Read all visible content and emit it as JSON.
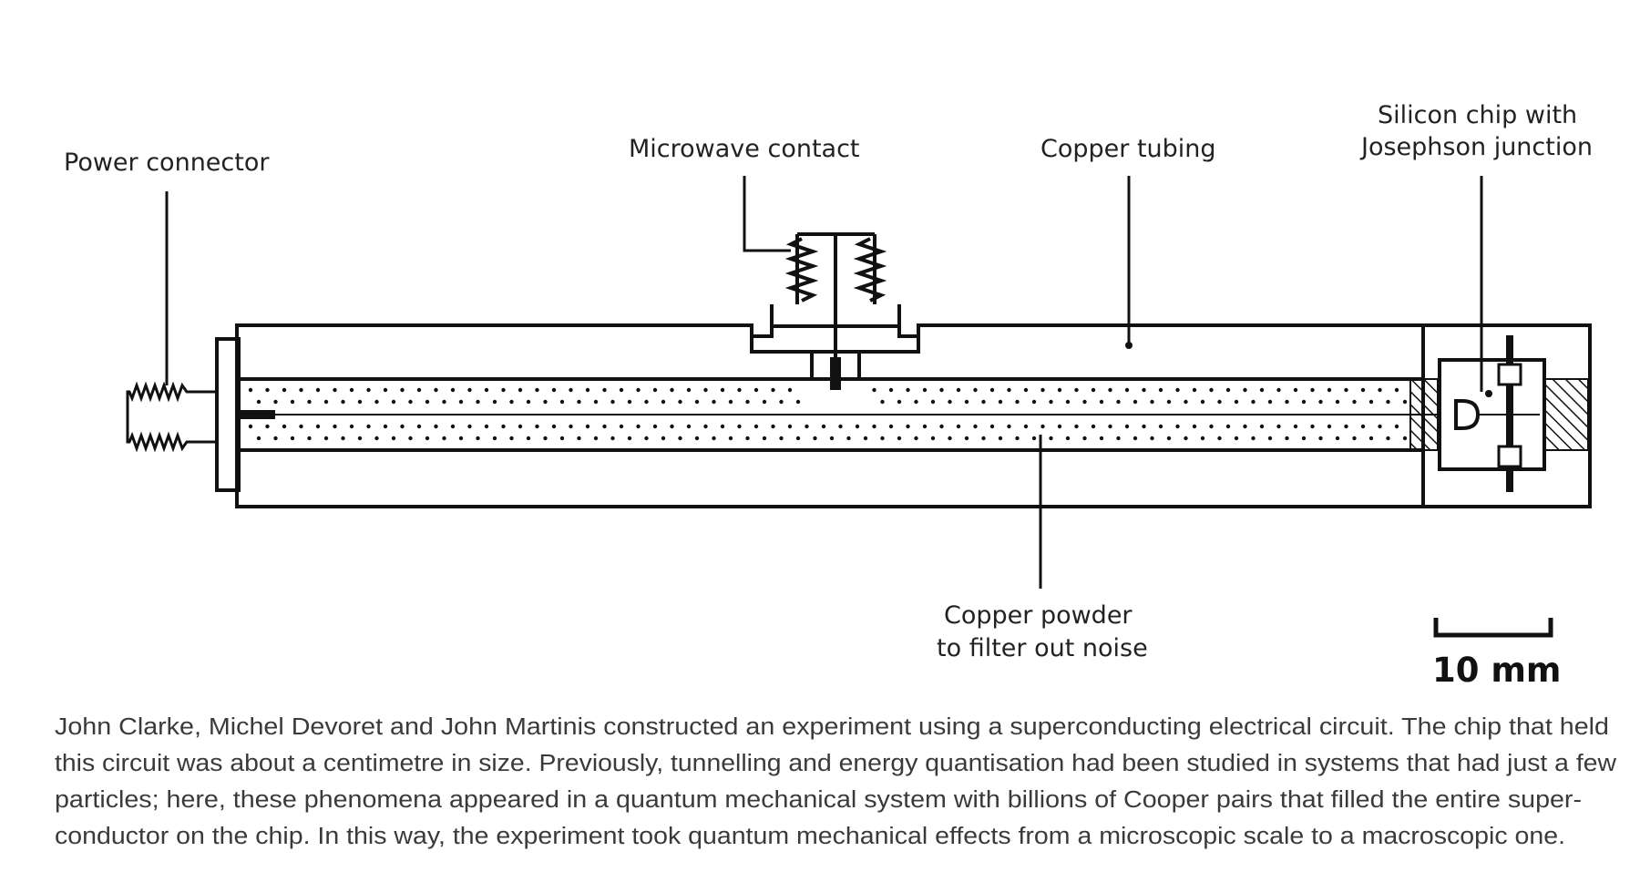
{
  "labels": {
    "power_connector": "Power connector",
    "microwave_contact": "Microwave contact",
    "copper_tubing": "Copper tubing",
    "silicon_chip_line1": "Silicon chip with",
    "silicon_chip_line2": "Josephson junction",
    "copper_powder_line1": "Copper powder",
    "copper_powder_line2": "to filter out noise"
  },
  "scale_bar": {
    "label": "10 mm"
  },
  "caption": {
    "lines": [
      "John Clarke, Michel Devoret and John Martinis constructed an experiment using a superconducting electrical circuit. The chip that held",
      "this circuit was about a centimetre in size. Previously, tunnelling and energy quantisation had been studied in systems that had just a few",
      "particles; here, these phenomena appeared in a quantum mechanical system with billions of Cooper pairs that filled the entire super-",
      "conductor on the chip. In this way, the experiment took quantum mechanical effects from a microscopic scale to a macroscopic one."
    ]
  },
  "colors": {
    "line": "#111111",
    "text": "#222222",
    "caption": "#3a3a3a"
  }
}
